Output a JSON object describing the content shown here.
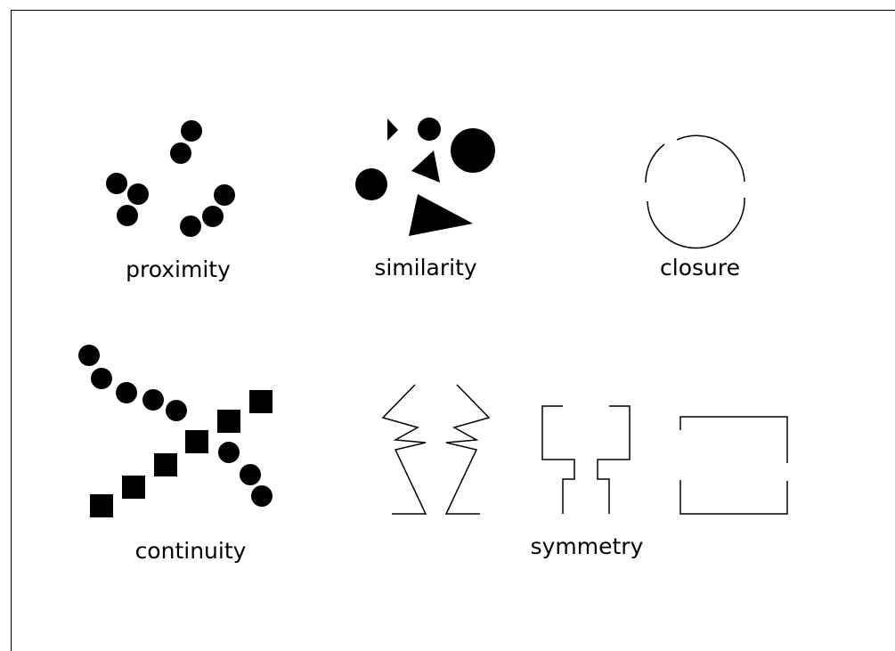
{
  "diagram": {
    "labels": {
      "proximity": "proximity",
      "similarity": "similarity",
      "closure": "closure",
      "continuity": "continuity",
      "symmetry": "symmetry"
    },
    "colors": {
      "ink": "#000000",
      "paper": "#ffffff"
    }
  }
}
